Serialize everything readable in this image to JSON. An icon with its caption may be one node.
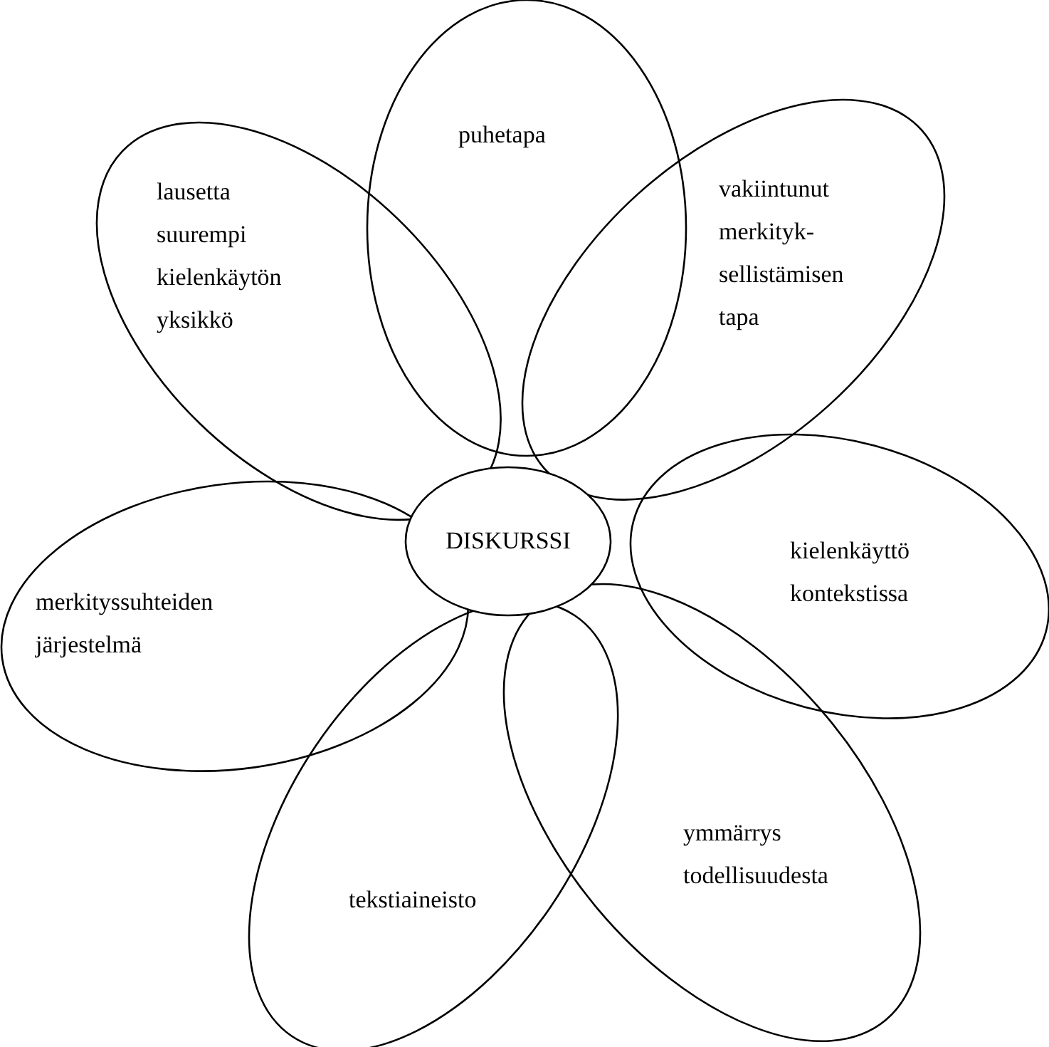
{
  "diagram": {
    "nodes": [
      {
        "text": [
          "DISKURSSI"
        ]
      },
      {
        "text": [
          "puhetapa"
        ]
      },
      {
        "text": [
          "vakiintunut merkityk- sellistämisen tapa"
        ]
      },
      {
        "text": [
          "kielenkäyttö kontekstissa"
        ]
      },
      {
        "text": [
          "ymmärrys todellisuudesta"
        ]
      },
      {
        "text": [
          "tekstiaineisto"
        ]
      },
      {
        "text": [
          "merkityssuhteiden järjestelmä"
        ]
      },
      {
        "text": [
          "lausetta suurempi kielenkäytön yksikkö"
        ]
      }
    ]
  }
}
